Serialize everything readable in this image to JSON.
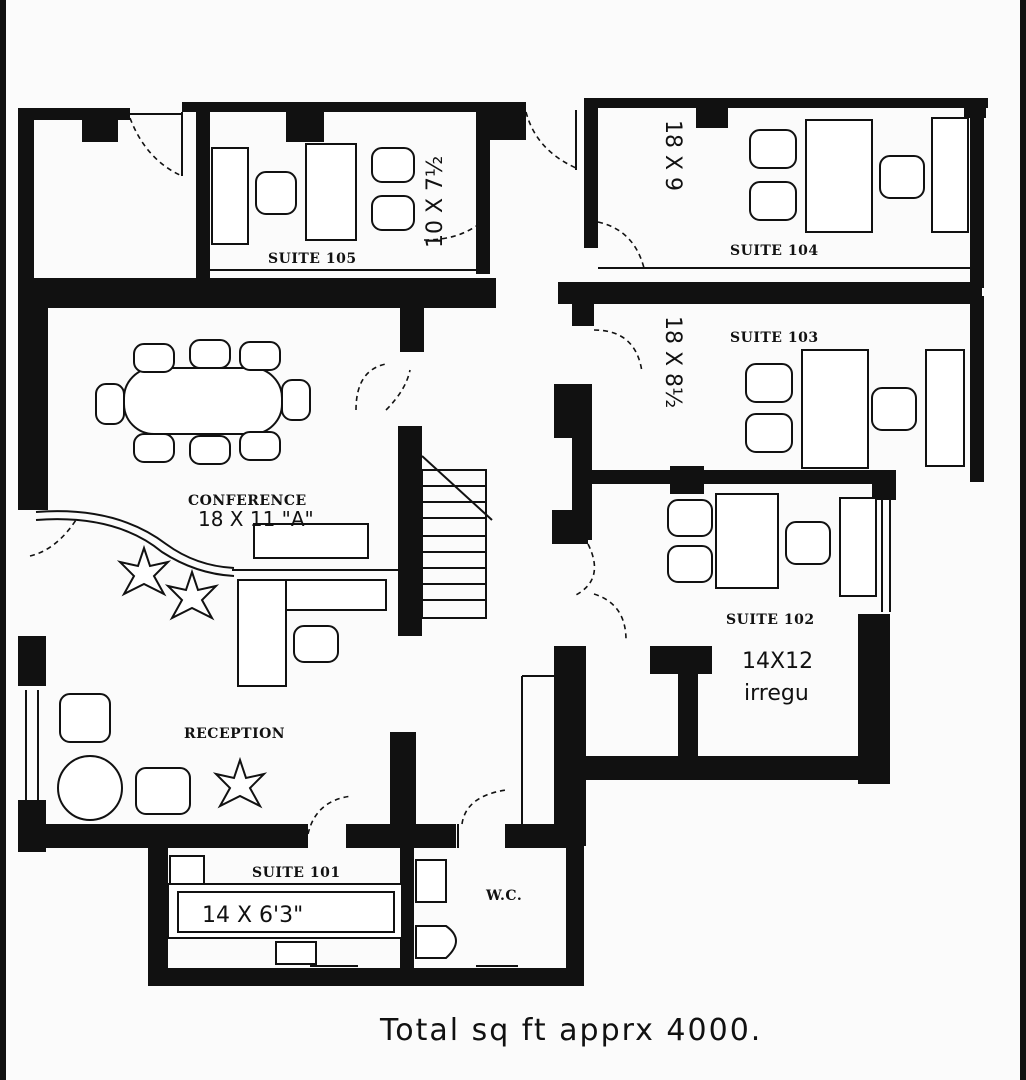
{
  "rooms": {
    "suite_105": {
      "label": "SUITE 105",
      "dims": "10 X 7½"
    },
    "suite_104": {
      "label": "SUITE 104",
      "dims": "18 X 9"
    },
    "suite_103": {
      "label": "SUITE 103",
      "dims": "18 X 8½"
    },
    "suite_102": {
      "label": "SUITE 102",
      "dims": "14X12",
      "note": "irregu"
    },
    "conference": {
      "label": "CONFERENCE",
      "dims": "18 X 11 \"A\""
    },
    "reception": {
      "label": "RECEPTION"
    },
    "suite_101": {
      "label": "SUITE 101",
      "dims": "14 X 6'3\""
    },
    "wc": {
      "label": "W.C."
    }
  },
  "total": "Total sq ft apprx 4000."
}
